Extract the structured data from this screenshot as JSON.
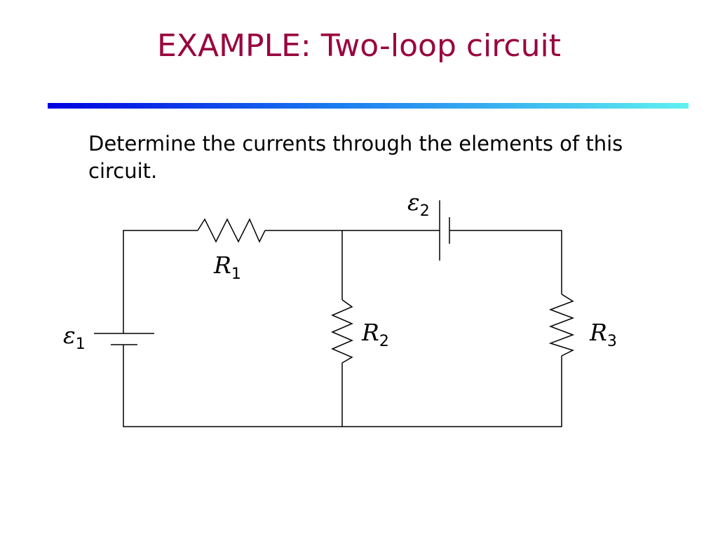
{
  "slide": {
    "title": "EXAMPLE: Two-loop circuit",
    "prompt": "Determine the currents through the elements of this circuit."
  },
  "colors": {
    "title": "#99063f",
    "wire": "#000000",
    "rule_start": "#0000e0",
    "rule_end": "#5ff0f0"
  },
  "circuit": {
    "labels": {
      "emf1": {
        "symbol": "ε",
        "sub": "1"
      },
      "emf2": {
        "symbol": "ε",
        "sub": "2"
      },
      "r1": {
        "symbol": "R",
        "sub": "1"
      },
      "r2": {
        "symbol": "R",
        "sub": "2"
      },
      "r3": {
        "symbol": "R",
        "sub": "3"
      }
    }
  }
}
